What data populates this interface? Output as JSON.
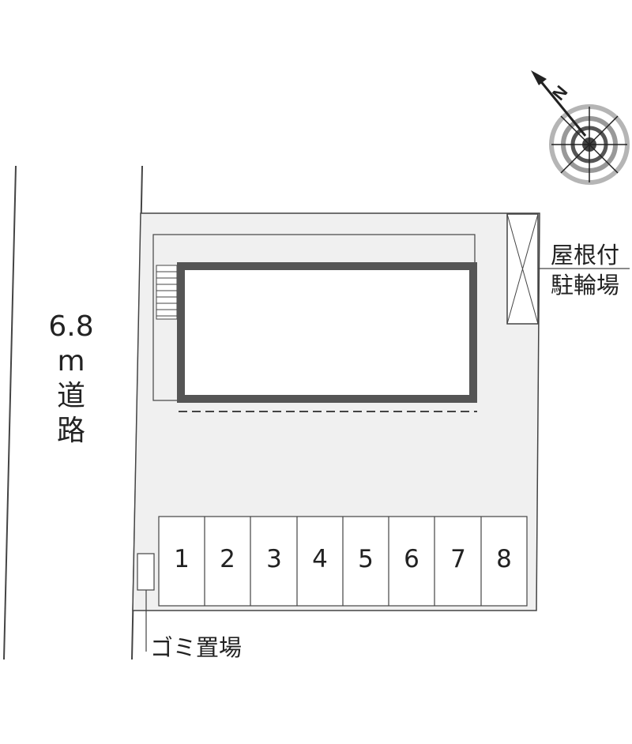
{
  "road": {
    "width_text": "6.8",
    "unit_text": "m",
    "char1": "道",
    "char2": "路"
  },
  "bike_parking": {
    "line1": "屋根付",
    "line2": "駐輪場"
  },
  "trash": {
    "label": "ゴミ置場"
  },
  "parking_slots": [
    "1",
    "2",
    "3",
    "4",
    "5",
    "6",
    "7",
    "8"
  ],
  "compass": {
    "north_label": "N"
  },
  "colors": {
    "lot_fill": "#f0f0f0",
    "building_frame": "#555555",
    "line": "#444444"
  }
}
